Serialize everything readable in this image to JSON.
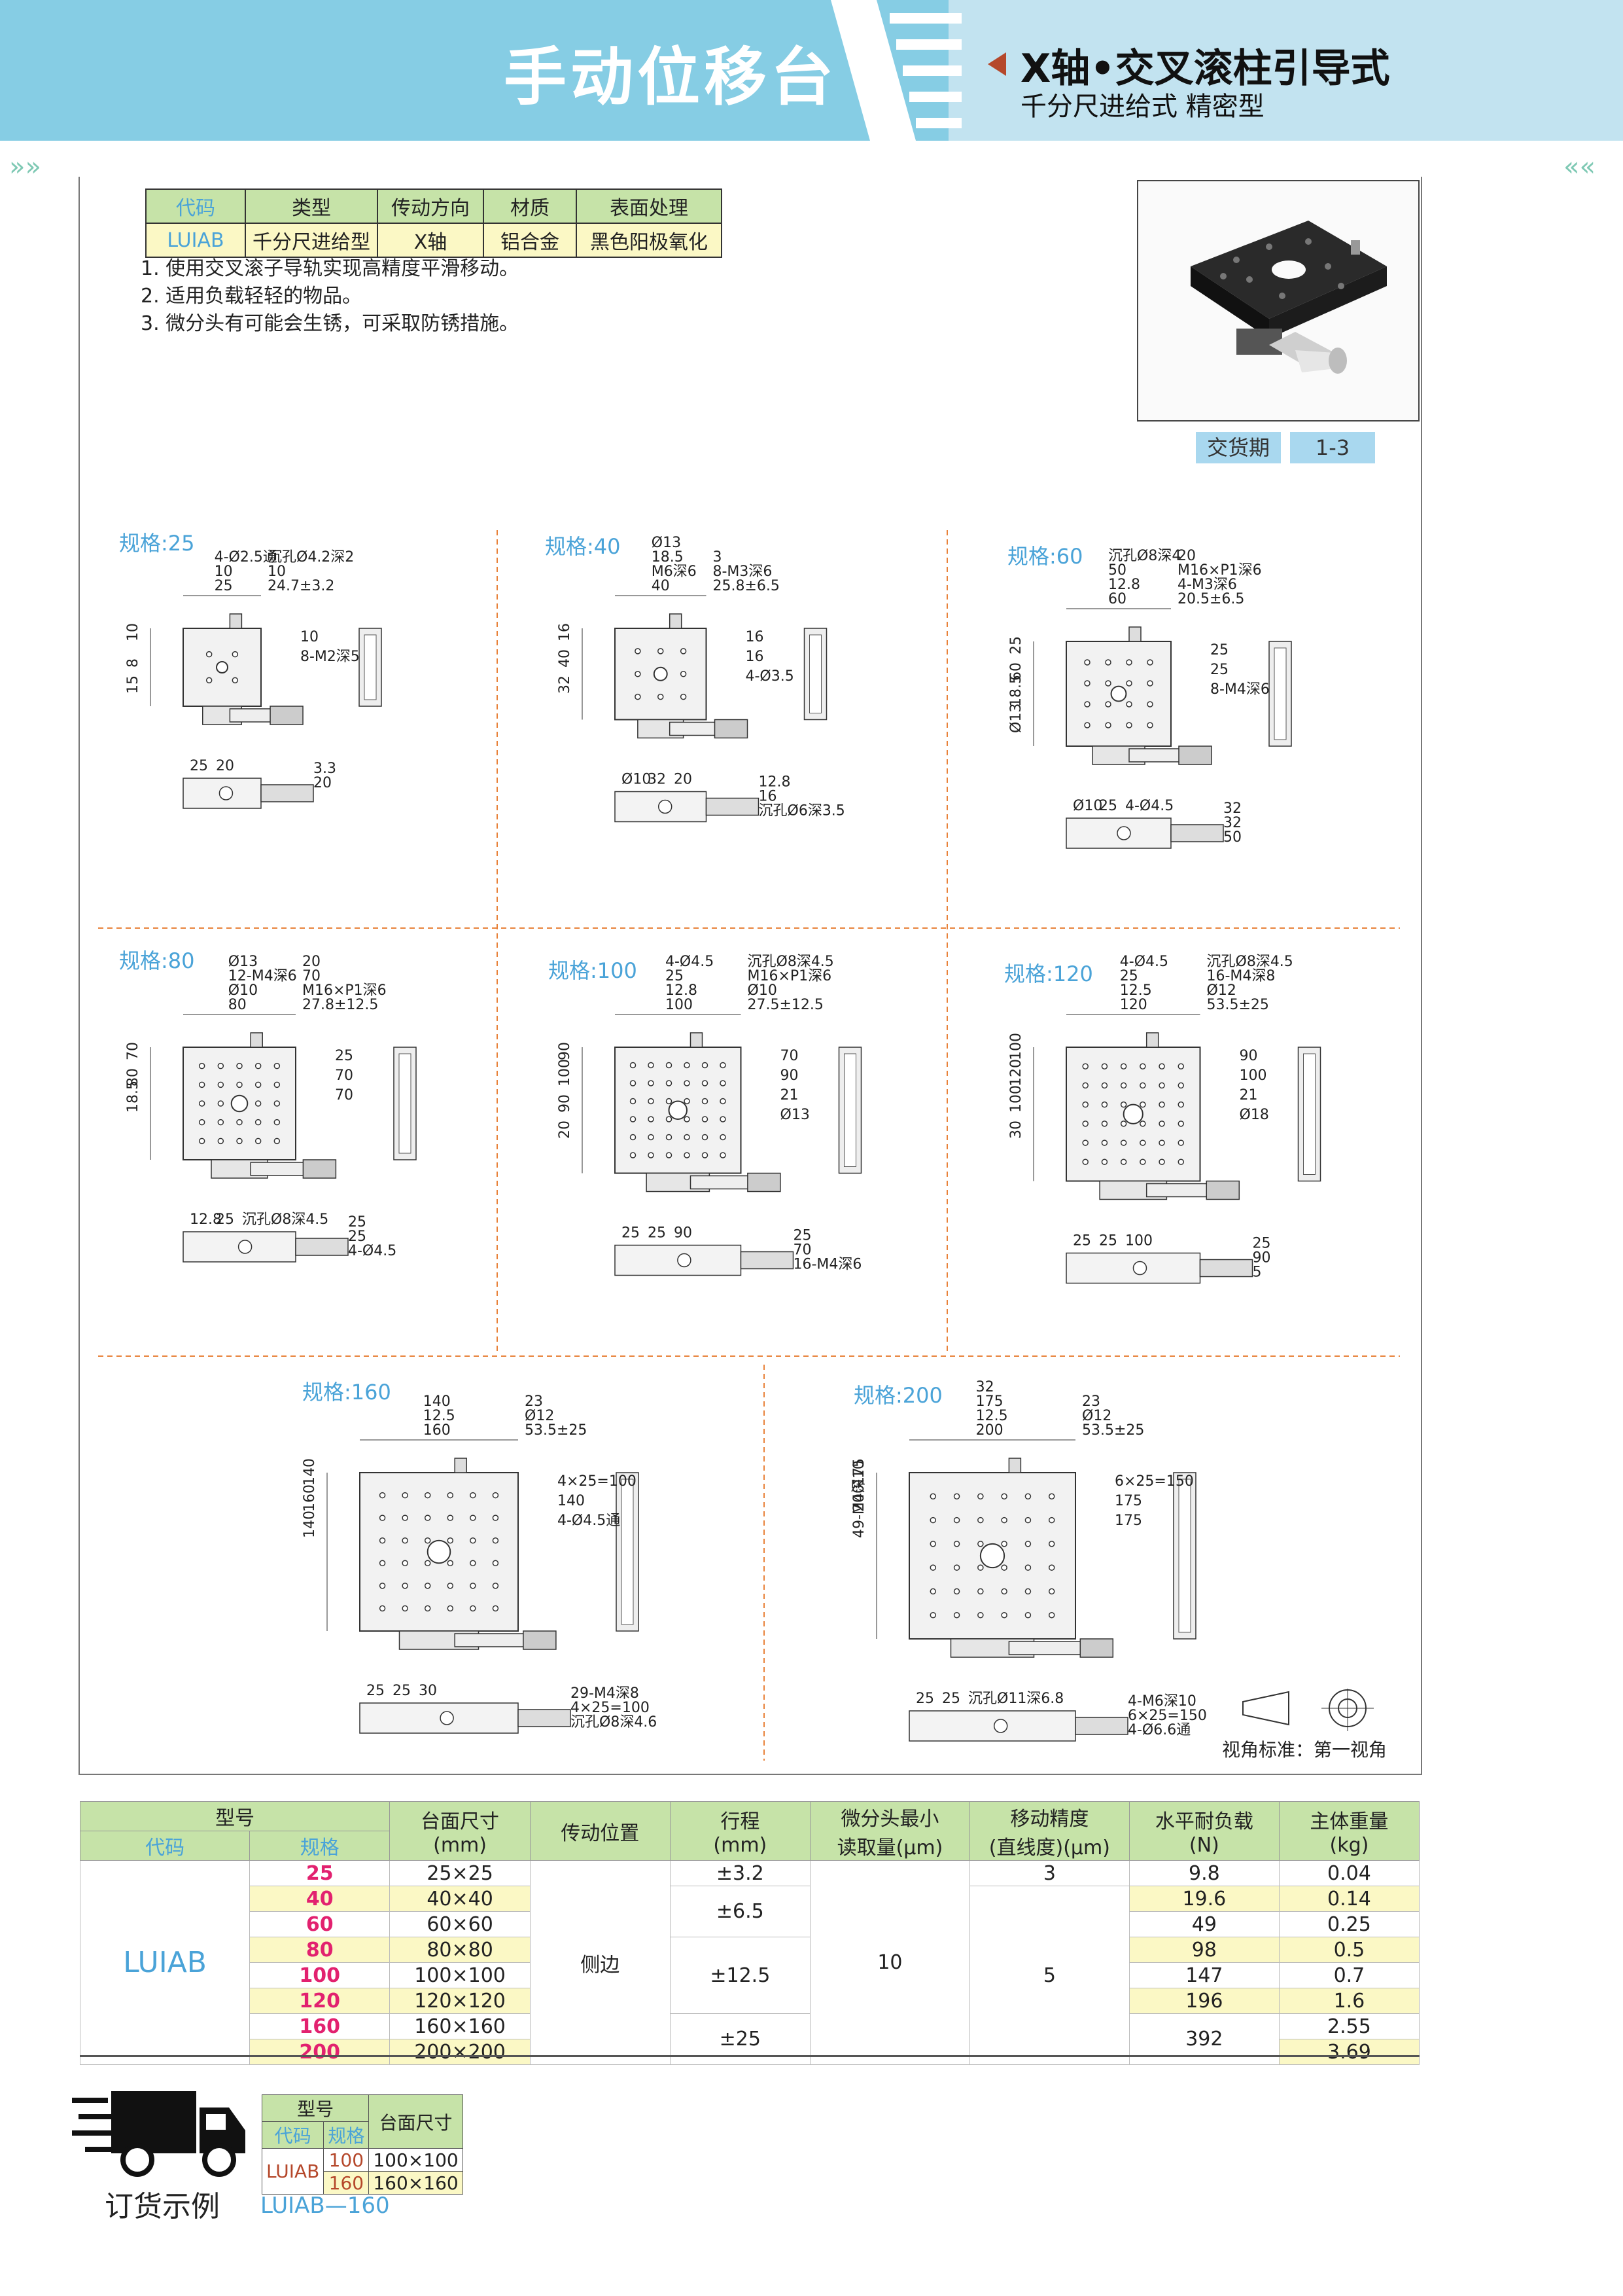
{
  "header": {
    "title": "手动位移台",
    "subtitle_main": "X轴•交叉滚柱引导式",
    "subtitle_sub": "千分尺进给式  精密型"
  },
  "spec_table": {
    "headers": [
      "代码",
      "类型",
      "传动方向",
      "材质",
      "表面处理"
    ],
    "values": [
      "LUIAB",
      "千分尺进给型",
      "X轴",
      "铝合金",
      "黑色阳极氧化"
    ]
  },
  "notes": [
    "1. 使用交叉滚子导轨实现高精度平滑移动。",
    "2. 适用负载轻轻的物品。",
    "3. 微分头有可能会生锈，可采取防锈措施。"
  ],
  "delivery": {
    "label": "交货期",
    "value": "1-3"
  },
  "drawings": [
    {
      "label": "规格:",
      "size": "25",
      "dims": [
        "25",
        "24.7±3.2",
        "10",
        "10",
        "3.3",
        "25",
        "10",
        "10",
        "8",
        "8-M2深5",
        "20",
        "20",
        "4-Ø2.5通",
        "沉孔Ø4.2深2",
        "15"
      ]
    },
    {
      "label": "规格:",
      "size": "40",
      "dims": [
        "40",
        "25.8±6.5",
        "16",
        "16",
        "12.8",
        "Ø10",
        "M6深6",
        "8-M3深6",
        "40",
        "16",
        "16",
        "32",
        "18.5",
        "3",
        "32",
        "4-Ø3.5",
        "沉孔Ø6深3.5",
        "20",
        "Ø13"
      ]
    },
    {
      "label": "规格:",
      "size": "60",
      "dims": [
        "60",
        "20.5±6.5",
        "25",
        "25",
        "32",
        "Ø10",
        "12.8",
        "4-M3深6",
        "60",
        "25",
        "32",
        "25",
        "50",
        "M16×P1深6",
        "18.5",
        "8-M4深6",
        "50",
        "4-Ø4.5",
        "沉孔Ø8深4",
        "20",
        "Ø13"
      ]
    },
    {
      "label": "规格:",
      "size": "80",
      "dims": [
        "80",
        "27.8±12.5",
        "70",
        "25",
        "25",
        "12.8",
        "Ø10",
        "M16×P1深6",
        "80",
        "70",
        "25",
        "25",
        "12-M4深6",
        "70",
        "18.5",
        "70",
        "4-Ø4.5",
        "沉孔Ø8深4.5",
        "Ø13",
        "20"
      ]
    },
    {
      "label": "规格:",
      "size": "100",
      "dims": [
        "100",
        "27.5±12.5",
        "90",
        "70",
        "25",
        "25",
        "12.8",
        "Ø10",
        "100",
        "90",
        "70",
        "25",
        "25",
        "M16×P1深6",
        "90",
        "21",
        "16-M4深6",
        "90",
        "4-Ø4.5",
        "沉孔Ø8深4.5",
        "20",
        "Ø13"
      ]
    },
    {
      "label": "规格:",
      "size": "120",
      "dims": [
        "120",
        "53.5±25",
        "100",
        "90",
        "25",
        "25",
        "12.5",
        "Ø12",
        "120",
        "100",
        "90",
        "25",
        "25",
        "16-M4深8",
        "100",
        "21",
        "5",
        "100",
        "4-Ø4.5",
        "沉孔Ø8深4.5",
        "30",
        "Ø18"
      ]
    },
    {
      "label": "规格:",
      "size": "160",
      "dims": [
        "160",
        "53.5±25",
        "140",
        "4×25=100",
        "29-M4深8",
        "25",
        "12.5",
        "Ø12",
        "160",
        "140",
        "4×25=100",
        "25",
        "140",
        "23",
        "140",
        "4-Ø4.5通",
        "沉孔Ø8深4.6",
        "30"
      ]
    },
    {
      "label": "规格:",
      "size": "200",
      "dims": [
        "200",
        "53.5±25",
        "175",
        "6×25=150",
        "4-M6深10",
        "25",
        "12.5",
        "Ø12",
        "200",
        "175",
        "6×25=150",
        "25",
        "175",
        "23",
        "49-M4深10",
        "175",
        "4-Ø6.6通",
        "沉孔Ø11深6.8",
        "32"
      ]
    }
  ],
  "projection_note": "视角标准：第一视角",
  "main_table": {
    "head1": [
      "型号",
      "台面尺寸\n(mm)",
      "传动位置",
      "行程\n(mm)",
      "微分头最小\n读取量(μm)",
      "移动精度\n(直线度)(μm)",
      "水平耐负载\n(N)",
      "主体重量\n(kg)"
    ],
    "head_code": "代码",
    "head_size": "规格",
    "code": "LUIAB",
    "position": "侧边",
    "reading": "10",
    "rows": [
      {
        "size": "25",
        "table": "25×25",
        "stroke": "±3.2",
        "accuracy": "3",
        "load": "9.8",
        "weight": "0.04"
      },
      {
        "size": "40",
        "table": "40×40",
        "load": "19.6",
        "weight": "0.14"
      },
      {
        "size": "60",
        "table": "60×60",
        "load": "49",
        "weight": "0.25"
      },
      {
        "size": "80",
        "table": "80×80",
        "load": "98",
        "weight": "0.5"
      },
      {
        "size": "100",
        "table": "100×100",
        "load": "147",
        "weight": "0.7"
      },
      {
        "size": "120",
        "table": "120×120",
        "load": "196",
        "weight": "1.6"
      },
      {
        "size": "160",
        "table": "160×160",
        "weight": "2.55"
      },
      {
        "size": "200",
        "table": "200×200",
        "weight": "3.69"
      }
    ],
    "stroke_merged": [
      "±6.5",
      "±12.5",
      "±25"
    ],
    "accuracy_merged": "5",
    "load_merged": "392"
  },
  "order_example": {
    "head_model": "型号",
    "head_code": "代码",
    "head_size": "规格",
    "head_table": "台面尺寸",
    "code": "LUIAB",
    "rows": [
      [
        "100",
        "100×100"
      ],
      [
        "160",
        "160×160"
      ]
    ],
    "label": "订货示例",
    "result": "LUIAB—160"
  },
  "colors": {
    "header_blue": "#86cde4",
    "table_green": "#c6e3a8",
    "table_yellow": "#fbf8c5",
    "code_blue": "#4aa3d8",
    "size_pink": "#e2216f",
    "divider_orange": "#e8823a"
  }
}
